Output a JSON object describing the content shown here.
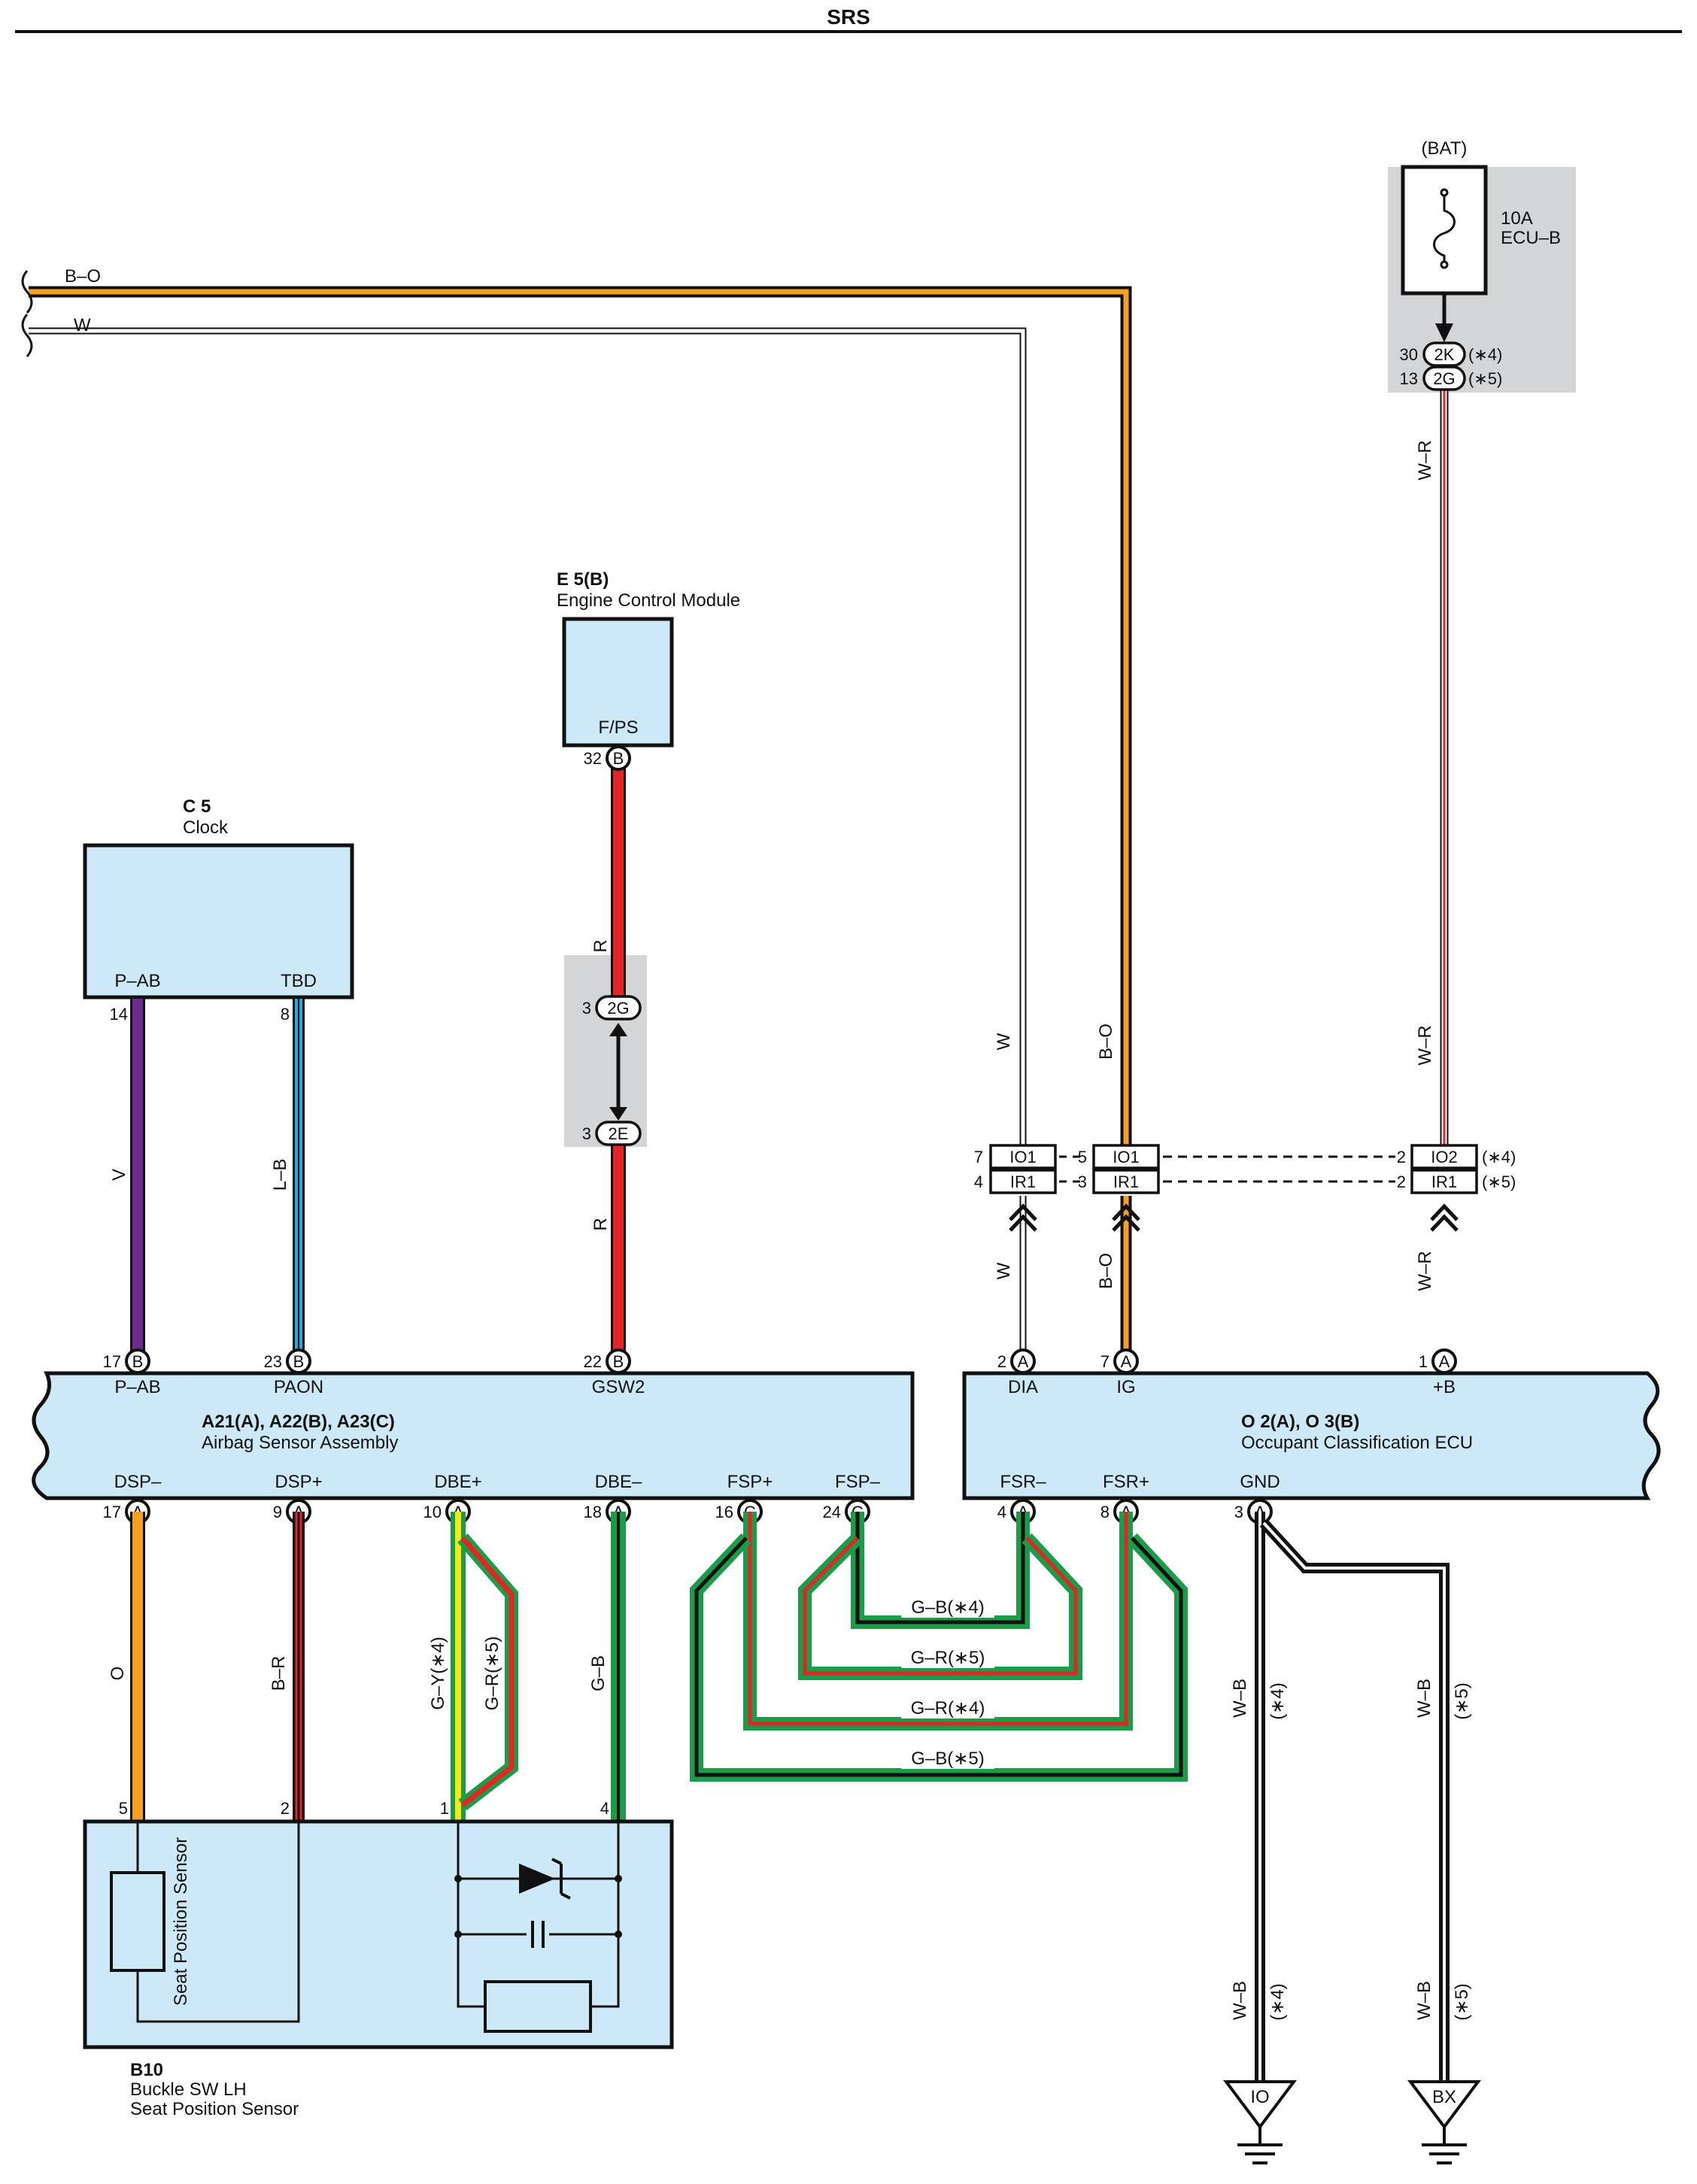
{
  "title": "SRS",
  "battery": {
    "label": "(BAT)",
    "fuse_rating": "10A",
    "fuse_name": "ECU–B"
  },
  "connectors": {
    "j2k": {
      "pin": "30",
      "id": "2K",
      "note": "(∗4)"
    },
    "j2g_top": {
      "pin": "13",
      "id": "2G",
      "note": "(∗5)"
    },
    "j2g_mid": {
      "pin": "3",
      "id": "2G"
    },
    "j2e_mid": {
      "pin": "3",
      "id": "2E"
    }
  },
  "ecm": {
    "code": "E 5(B)",
    "name": "Engine Control Module",
    "terminal": "F/PS",
    "pin": "32",
    "conn": "B"
  },
  "clock": {
    "code": "C 5",
    "name": "Clock",
    "t1": "P–AB",
    "t2": "TBD",
    "p1": "14",
    "p2": "8"
  },
  "airbag": {
    "code": "A21(A), A22(B), A23(C)",
    "name": "Airbag Sensor Assembly",
    "top_terms": [
      {
        "name": "P–AB",
        "pin": "17",
        "conn": "B"
      },
      {
        "name": "PAON",
        "pin": "23",
        "conn": "B"
      },
      {
        "name": "GSW2",
        "pin": "22",
        "conn": "B"
      }
    ],
    "bottom_terms": [
      {
        "name": "DSP–",
        "pin": "17",
        "conn": "A"
      },
      {
        "name": "DSP+",
        "pin": "9",
        "conn": "A"
      },
      {
        "name": "DBE+",
        "pin": "10",
        "conn": "A"
      },
      {
        "name": "DBE–",
        "pin": "18",
        "conn": "A"
      },
      {
        "name": "FSP+",
        "pin": "16",
        "conn": "C"
      },
      {
        "name": "FSP–",
        "pin": "24",
        "conn": "C"
      }
    ]
  },
  "ocu": {
    "code": "O 2(A), O 3(B)",
    "name": "Occupant Classification ECU",
    "top_terms": [
      {
        "name": "DIA",
        "pin": "2",
        "conn": "A"
      },
      {
        "name": "IG",
        "pin": "7",
        "conn": "A"
      },
      {
        "name": "+B",
        "pin": "1",
        "conn": "A"
      }
    ],
    "bottom_terms": [
      {
        "name": "FSR–",
        "pin": "4",
        "conn": "A"
      },
      {
        "name": "FSR+",
        "pin": "8",
        "conn": "A"
      },
      {
        "name": "GND",
        "pin": "3",
        "conn": "A"
      }
    ]
  },
  "inline": {
    "io1_left": {
      "pin": "7",
      "id": "IO1"
    },
    "ir1_left": {
      "pin": "4",
      "id": "IR1"
    },
    "io1_mid": {
      "pin": "5",
      "id": "IO1"
    },
    "ir1_mid": {
      "pin": "3",
      "id": "IR1"
    },
    "io2_right": {
      "pin": "2",
      "id": "IO2",
      "note": "(∗4)"
    },
    "ir1_right": {
      "pin": "2",
      "id": "IR1",
      "note": "(∗5)"
    }
  },
  "sensor": {
    "code": "B10",
    "name1": "Buckle SW LH",
    "name2": "Seat Position Sensor",
    "inner": "Seat Position Sensor",
    "pins": [
      "5",
      "2",
      "1",
      "4"
    ]
  },
  "grounds": [
    {
      "id": "IO"
    },
    {
      "id": "BX"
    }
  ],
  "wire_labels": {
    "bo": "B–O",
    "w": "W",
    "wr": "W–R",
    "r": "R",
    "v": "V",
    "lb": "L–B",
    "o": "O",
    "br": "B–R",
    "gy4": "G–Y(∗4)",
    "gr5": "G–R(∗5)",
    "gb": "G–B",
    "gb4": "G–B(∗4)",
    "gr5b": "G–R(∗5)",
    "gr4": "G–R(∗4)",
    "gb5": "G–B(∗5)",
    "wb": "W–B",
    "n4": "(∗4)",
    "n5": "(∗5)"
  },
  "colors": {
    "orange": "#f4a022",
    "red": "#e32526",
    "purple": "#6a2c91",
    "blue": "#29a8e0",
    "green": "#1a9c48",
    "yellow": "#f5e616",
    "box": "#cde9f8",
    "shade": "#d4d5d7"
  }
}
